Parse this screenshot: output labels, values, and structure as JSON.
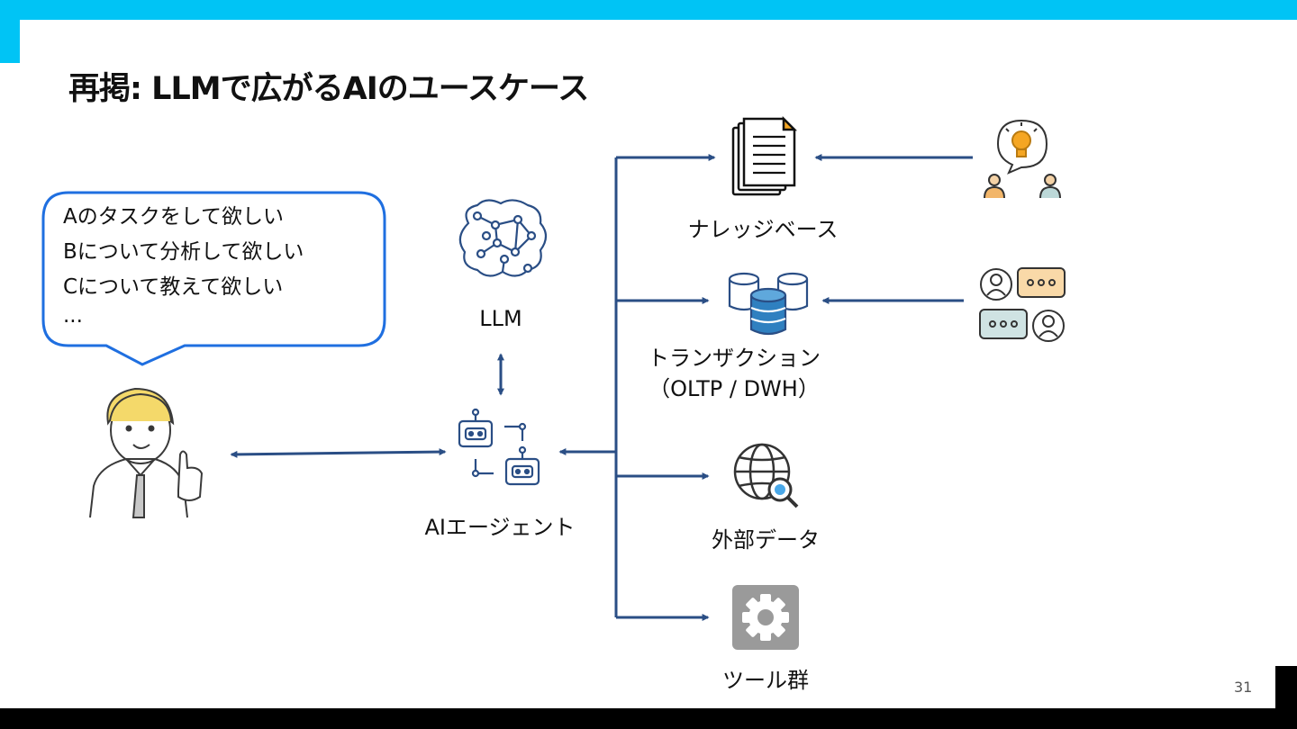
{
  "slide": {
    "title": "再掲: LLMで広がるAIのユースケース",
    "page_number": "31"
  },
  "user_request": {
    "lines": [
      "Aのタスクをして欲しい",
      "Bについて分析して欲しい",
      "Cについて教えて欲しい",
      "..."
    ]
  },
  "nodes": {
    "llm": "LLM",
    "ai_agent": "AIエージェント",
    "knowledge_base": "ナレッジベース",
    "transaction_line1": "トランザクション",
    "transaction_line2": "（OLTP / DWH）",
    "external_data": "外部データ",
    "tools": "ツール群"
  },
  "colors": {
    "accent_top": "#00c4f5",
    "arrow": "#2a4e85",
    "bubble_border": "#1f6fe0",
    "db_blue": "#2f80c0",
    "bulb": "#f5a623"
  }
}
